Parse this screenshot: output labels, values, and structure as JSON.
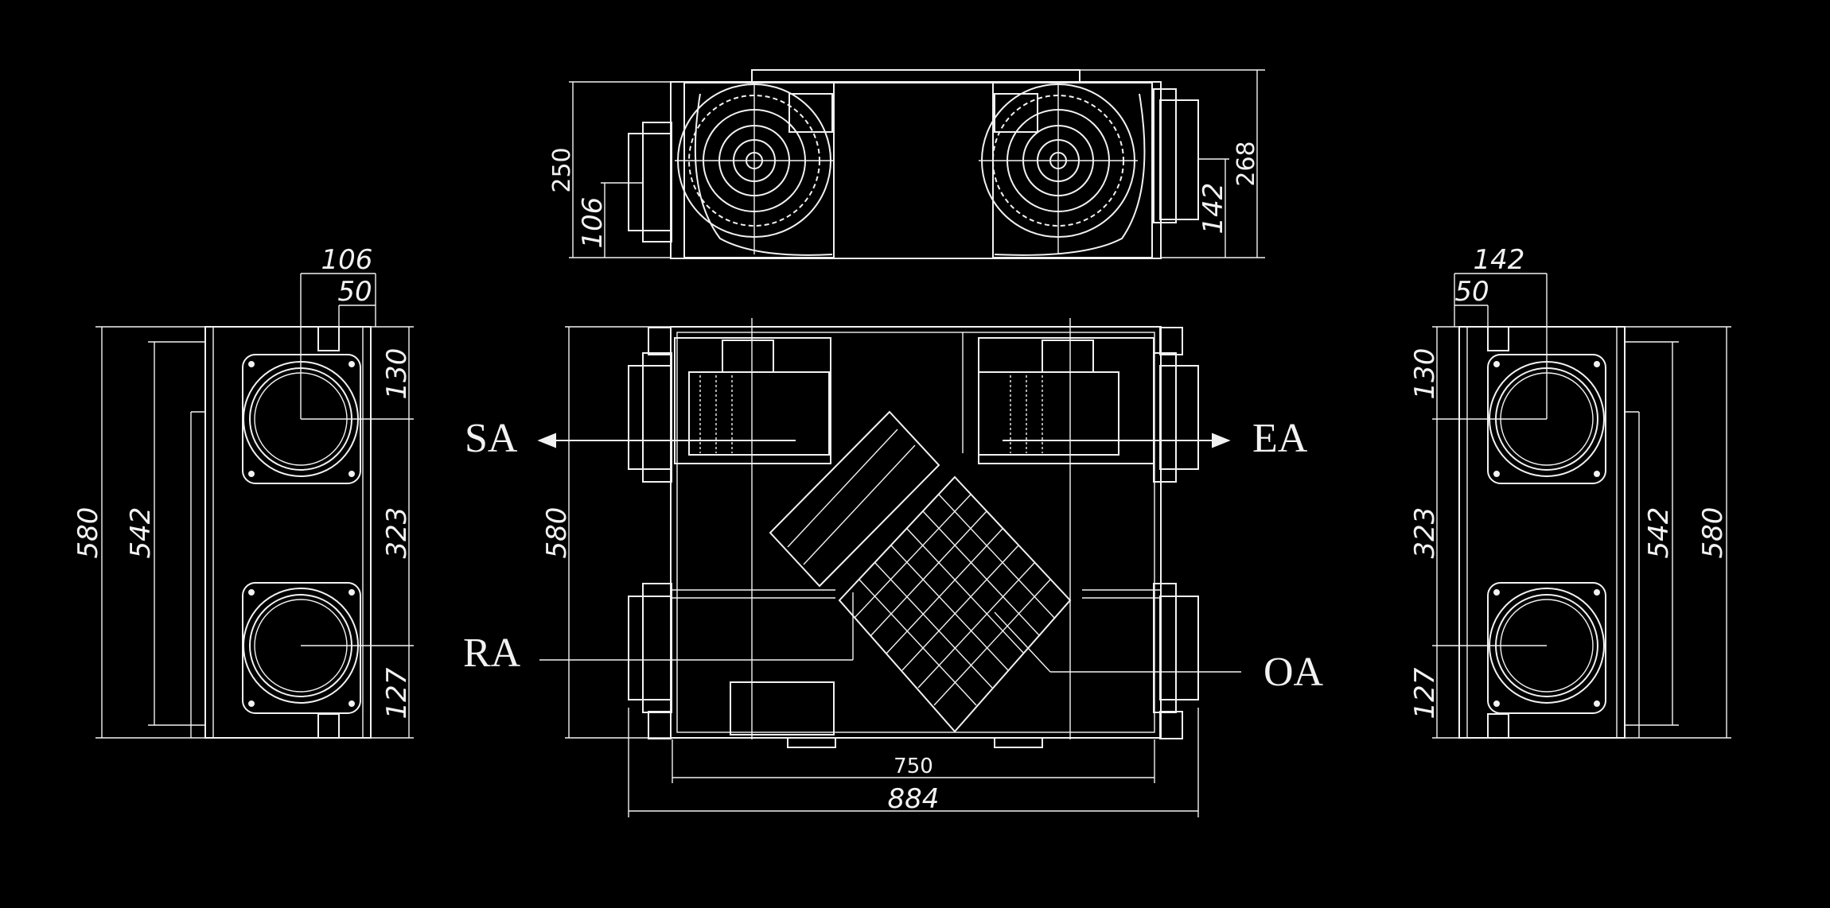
{
  "airflow_labels": {
    "sa": "SA",
    "ea": "EA",
    "ra": "RA",
    "oa": "OA"
  },
  "dimensions": {
    "top_view": {
      "height_left": "250",
      "offset_left": "106",
      "height_right": "268",
      "offset_right": "142"
    },
    "plan_view": {
      "depth": "580",
      "inner_width": "750",
      "overall_width": "884"
    },
    "left_view": {
      "top_width": "106",
      "top_offset": "50",
      "overall_height": "580",
      "inner_height": "542",
      "top_spacing": "130",
      "center_spacing": "323",
      "bottom_spacing": "127"
    },
    "right_view": {
      "top_width": "142",
      "top_offset": "50",
      "overall_height": "580",
      "inner_height": "542",
      "top_spacing": "130",
      "center_spacing": "323",
      "bottom_spacing": "127"
    }
  },
  "colors": {
    "background": "#000000",
    "linework": "#f2f2f2"
  }
}
